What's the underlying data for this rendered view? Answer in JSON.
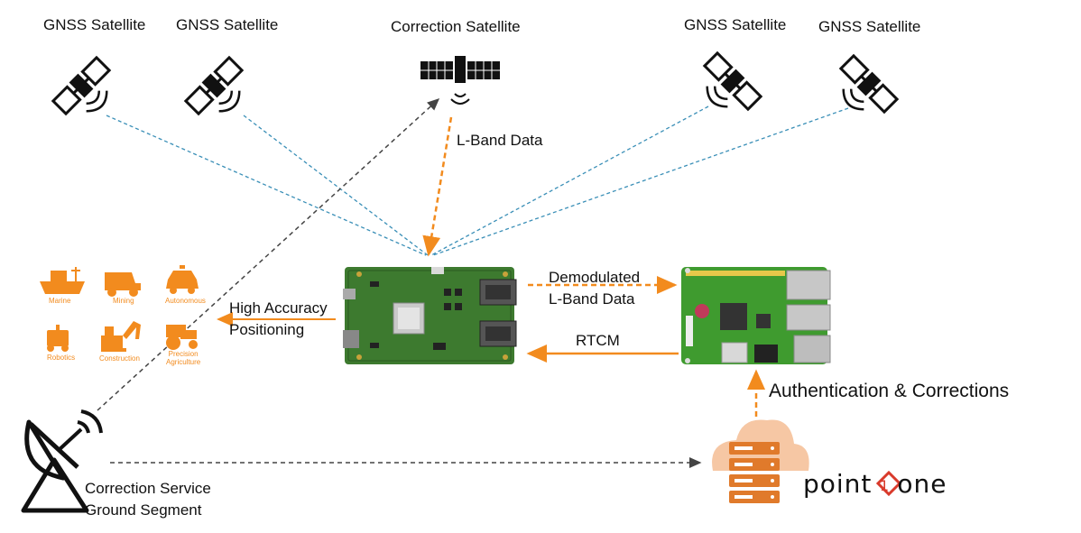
{
  "satellites": {
    "gnss_1": "GNSS Satellite",
    "gnss_2": "GNSS Satellite",
    "correction": "Correction Satellite",
    "gnss_3": "GNSS Satellite",
    "gnss_4": "GNSS Satellite"
  },
  "links": {
    "lband": "L-Band Data",
    "demod_line1": "Demodulated",
    "demod_line2": "L-Band Data",
    "rtcm": "RTCM",
    "hap_line1": "High Accuracy",
    "hap_line2": "Positioning",
    "auth": "Authentication & Corrections"
  },
  "ground": {
    "line1": "Correction Service",
    "line2": "Ground Segment"
  },
  "applications": {
    "marine": "Marine",
    "mining": "Mining",
    "autonomous": "Autonomous",
    "robotics": "Robotics",
    "construction": "Construction",
    "precision_line1": "Precision",
    "precision_line2": "Agriculture"
  },
  "logo": {
    "left": "point",
    "mark": "1",
    "right": "one"
  },
  "colors": {
    "orange": "#f28b1e",
    "blue_dashed": "#3a8fb7",
    "gray_dashed": "#444444",
    "board_green": "#3d7a2f",
    "pi_green": "#3f9b2f"
  }
}
